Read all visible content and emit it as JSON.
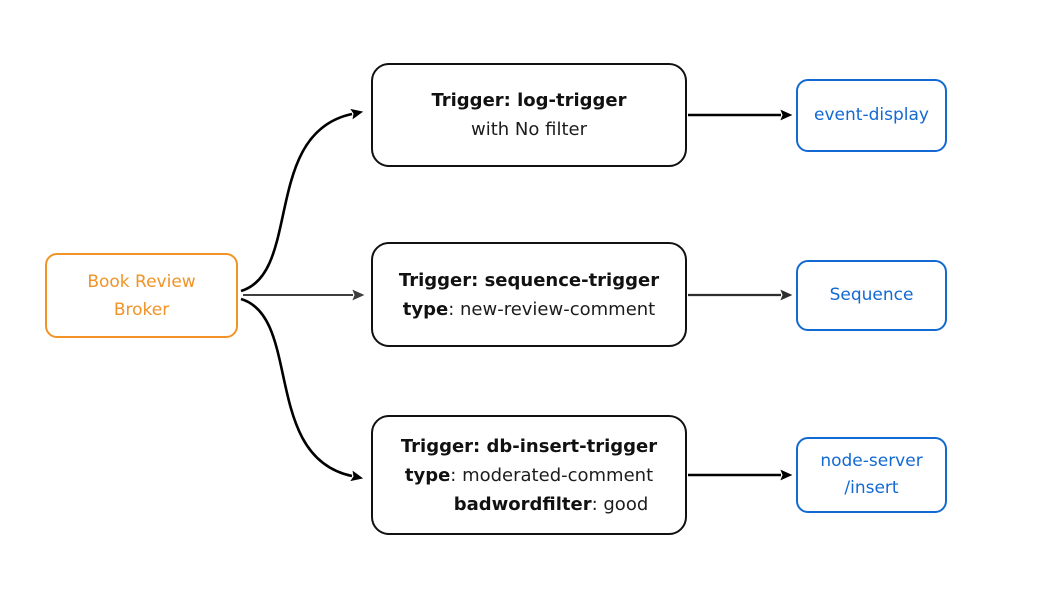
{
  "colors": {
    "broker_accent": "#F19326",
    "sink_accent": "#1269D3",
    "edge_black": "#000000",
    "edge_gray": "#3E3E3E",
    "edge_dark": "#2E2E2E",
    "node_border_dark": "#111111",
    "background": "#FFFFFF"
  },
  "diagram": {
    "broker": {
      "line1": "Book Review",
      "line2": "Broker"
    },
    "triggers": [
      {
        "title": "Trigger: log-trigger",
        "subtitle": "with No filter"
      },
      {
        "title": "Trigger: sequence-trigger",
        "attr1_key": "type",
        "attr1_value": ": new-review-comment"
      },
      {
        "title": "Trigger: db-insert-trigger",
        "attr1_key": "type",
        "attr1_value": ": moderated-comment",
        "attr2_key": "badwordfilter",
        "attr2_value": ": good"
      }
    ],
    "sinks": [
      {
        "line1": "event-display"
      },
      {
        "line1": "Sequence"
      },
      {
        "line1": "node-server",
        "line2": "/insert"
      }
    ]
  }
}
